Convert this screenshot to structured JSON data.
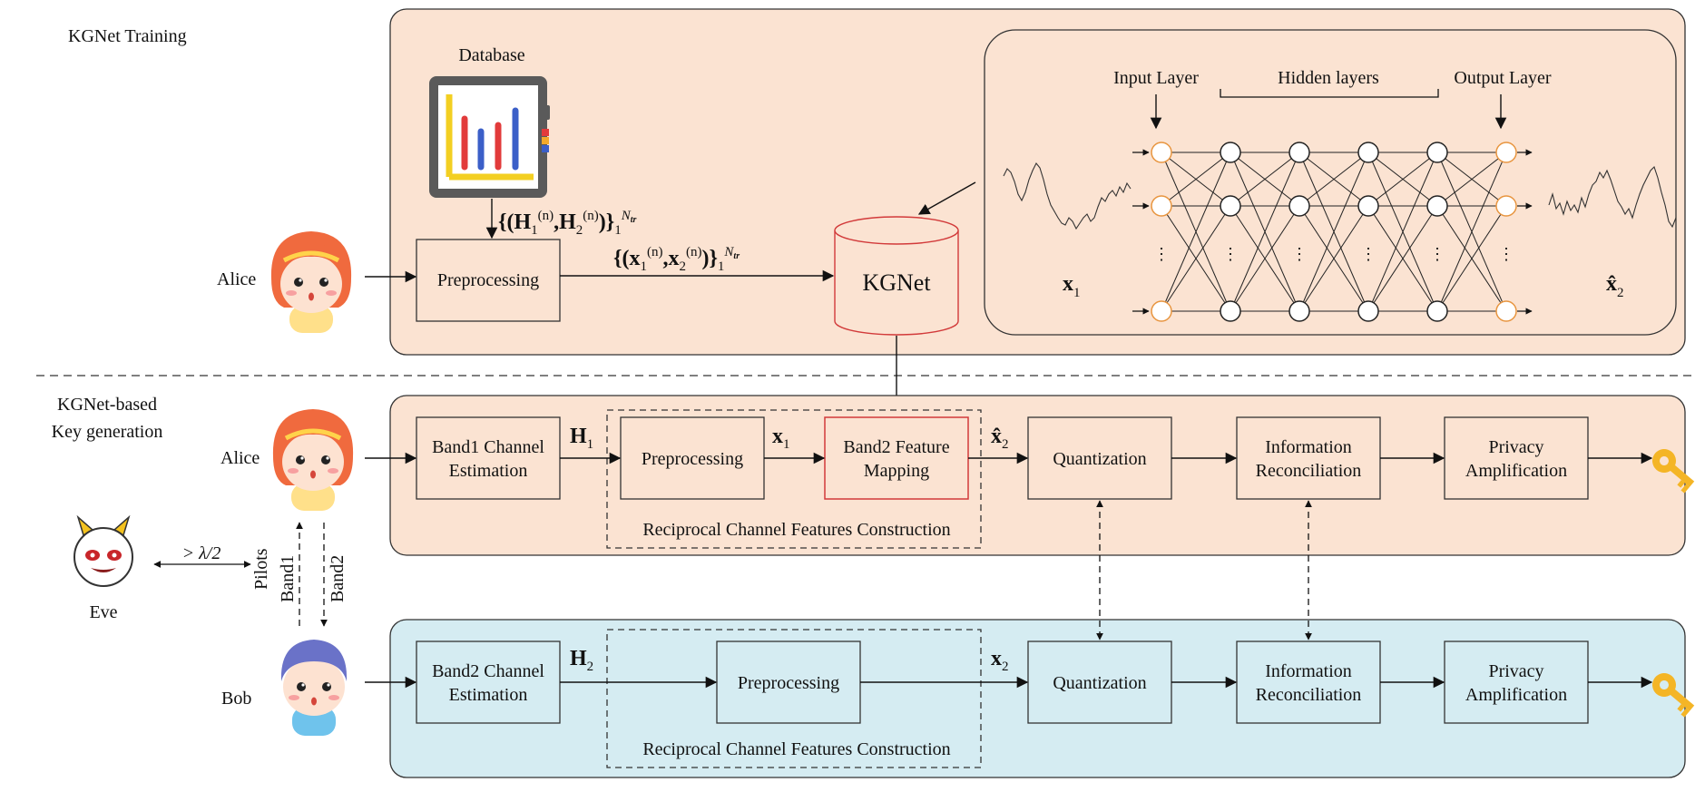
{
  "sections": {
    "training": "KGNet Training",
    "keygen_line1": "KGNet-based",
    "keygen_line2": "Key generation"
  },
  "actors": {
    "alice": "Alice",
    "bob": "Bob",
    "eve": "Eve"
  },
  "training": {
    "database": "Database",
    "preprocessing": "Preprocessing",
    "kgnet": "KGNet",
    "data_label_H": "{(H1(n),H2(n))}1Ntr",
    "data_label_x": "{(x1(n),x2(n))}1Ntr",
    "nn": {
      "input_layer": "Input Layer",
      "hidden_layers": "Hidden layers",
      "output_layer": "Output Layer",
      "input_signal": "x1",
      "output_signal": "x̂2"
    }
  },
  "alice_chain": {
    "estimation": [
      "Band1 Channel",
      "Estimation"
    ],
    "preprocessing": "Preprocessing",
    "mapping": [
      "Band2 Feature",
      "Mapping"
    ],
    "quantization": "Quantization",
    "reconciliation": [
      "Information",
      "Reconciliation"
    ],
    "amplification": [
      "Privacy",
      "Amplification"
    ],
    "group_label": "Reciprocal Channel Features Construction",
    "sym_H": "H1",
    "sym_x": "x1",
    "sym_xhat": "x̂2"
  },
  "bob_chain": {
    "estimation": [
      "Band2 Channel",
      "Estimation"
    ],
    "preprocessing": "Preprocessing",
    "quantization": "Quantization",
    "reconciliation": [
      "Information",
      "Reconciliation"
    ],
    "amplification": [
      "Privacy",
      "Amplification"
    ],
    "group_label": "Reciprocal Channel Features Construction",
    "sym_H": "H2",
    "sym_x": "x2"
  },
  "links": {
    "eve_distance": "> λ/2",
    "pilots": "Pilots",
    "band1": "Band1",
    "band2": "Band2"
  },
  "colors": {
    "panel_orange": "#fbe3d2",
    "panel_blue": "#d5ecf2",
    "node_orange": "#e8953f",
    "kgnet_red": "#d23a3a"
  }
}
